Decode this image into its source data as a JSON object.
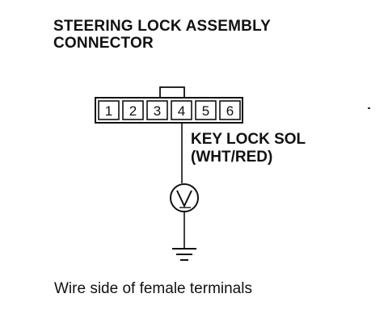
{
  "title": {
    "line1": "STEERING LOCK ASSEMBLY",
    "line2": "CONNECTOR"
  },
  "connector": {
    "pins": [
      "1",
      "2",
      "3",
      "4",
      "5",
      "6"
    ],
    "active_pin": "4"
  },
  "wire": {
    "name": "KEY LOCK SOL",
    "color": "(WHT/RED)"
  },
  "meter": {
    "symbol": "V"
  },
  "caption": "Wire side of female terminals"
}
